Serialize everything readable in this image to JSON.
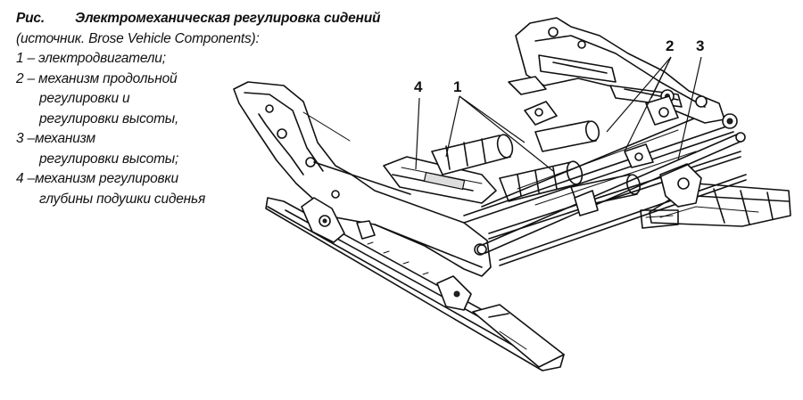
{
  "caption": {
    "figure_label": "Рис.",
    "title": "Электромеханическая регулировка сидений",
    "source": "(источник. Brose Vehicle Components):",
    "items": [
      {
        "text": "1 – электродвигатели;"
      },
      {
        "text": "2 – механизм продольной"
      },
      {
        "text": "регулировки и",
        "indent": true
      },
      {
        "text": "регулировки высоты,",
        "indent": true
      },
      {
        "text": "3 –механизм"
      },
      {
        "text": "регулировки высоты;",
        "indent": true
      },
      {
        "text": "4 –механизм регулировки"
      },
      {
        "text": "глубины подушки сиденья",
        "indent": true
      }
    ]
  },
  "callouts": {
    "c1": "1",
    "c2": "2",
    "c3": "3",
    "c4": "4"
  }
}
